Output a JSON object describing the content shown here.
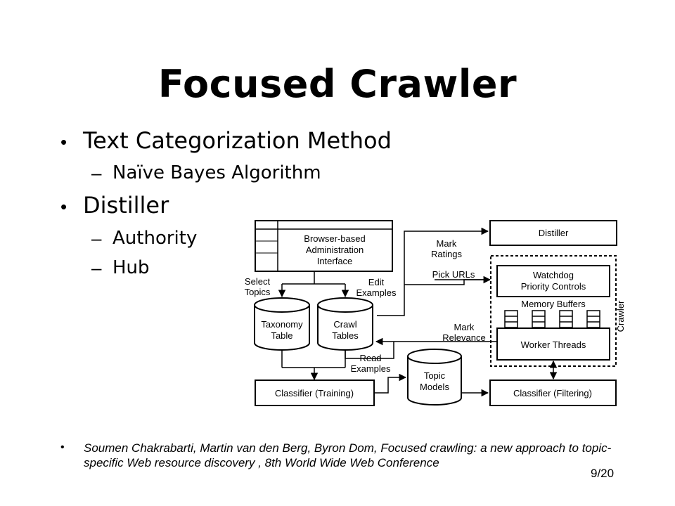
{
  "slide": {
    "title": "Focused Crawler",
    "bullets": [
      {
        "text": "Text Categorization Method",
        "sub": [
          "Naïve Bayes Algorithm"
        ]
      },
      {
        "text": "Distiller",
        "sub": [
          "Authority",
          "Hub"
        ]
      }
    ],
    "bullet_glyph": "•",
    "dash_glyph": "–",
    "reference": "Soumen Chakrabarti, Martin van den Berg, Byron Dom, Focused crawling: a new approach to topic-specific Web resource discovery , 8th World Wide Web Conference",
    "page_number": "9/20"
  },
  "diagram": {
    "browser_box": [
      "Browser-based",
      "Administration",
      "Interface"
    ],
    "distiller": "Distiller",
    "watchdog": [
      "Watchdog",
      "Priority Controls"
    ],
    "memory_buffers": "Memory Buffers",
    "worker_threads": "Worker Threads",
    "crawler": "Crawler",
    "taxonomy": [
      "Taxonomy",
      "Table"
    ],
    "crawl_tables": [
      "Crawl",
      "Tables"
    ],
    "topic_models": [
      "Topic",
      "Models"
    ],
    "classifier_training": "Classifier (Training)",
    "classifier_filtering": "Classifier (Filtering)",
    "select_topics": [
      "Select",
      "Topics"
    ],
    "edit_examples": [
      "Edit",
      "Examples"
    ],
    "mark_ratings": [
      "Mark",
      "Ratings"
    ],
    "pick_urls": "Pick URLs",
    "mark_relevance": [
      "Mark",
      "Relevance"
    ],
    "read_examples": [
      "Read",
      "Examples"
    ]
  }
}
